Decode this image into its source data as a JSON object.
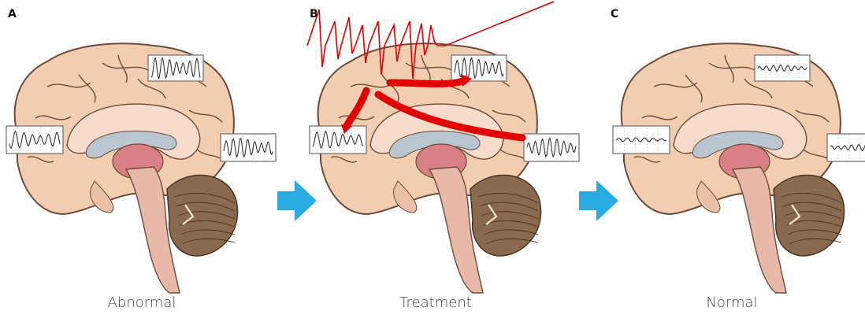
{
  "panels": [
    {
      "letter": "A",
      "caption": "Abnormal",
      "state": "abnormal"
    },
    {
      "letter": "B",
      "caption": "Treatment",
      "state": "treatment"
    },
    {
      "letter": "C",
      "caption": "Normal",
      "state": "normal"
    }
  ],
  "colors": {
    "brain_fill": "#f2cdb0",
    "brain_outline": "#6a4a3a",
    "cerebellum": "#8a6a4e",
    "brainstem": "#e8b8a8",
    "thalamus": "#d97f86",
    "ventricle": "#b9c6d0",
    "arrow": "#29abe2",
    "stimulation": "#e00000",
    "eeg_trace": "#333333"
  },
  "icons": {
    "transition_arrow": "arrow-right-icon",
    "eeg_window": "eeg-trace-icon",
    "stimulation_signal": "pulse-waveform-icon"
  }
}
